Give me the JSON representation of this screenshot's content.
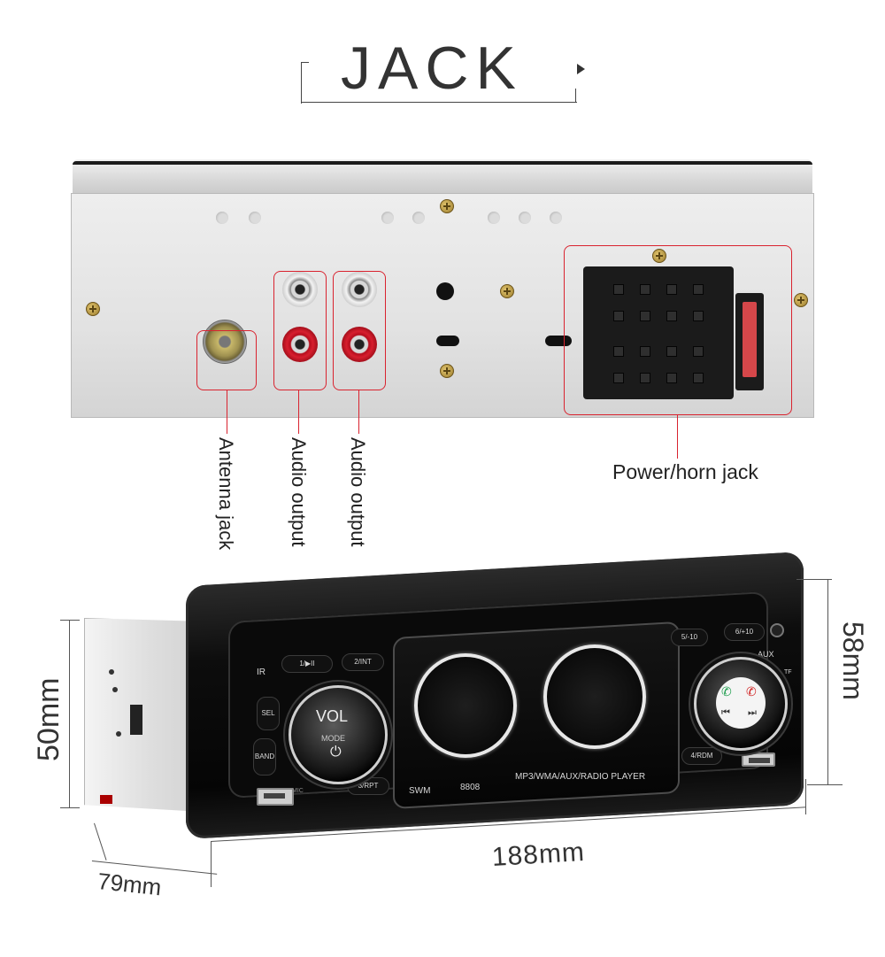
{
  "title": "JACK",
  "labels": {
    "antenna": "Antenna jack",
    "audio_1": "Audio output",
    "audio_2": "Audio output",
    "power": "Power/horn jack"
  },
  "front_panel": {
    "vol": "VOL",
    "mode": "MODE",
    "brand": "SWM",
    "model": "8808",
    "formats": "MP3/WMA/AUX/RADIO PLAYER",
    "aux": "AUX",
    "tf": "TF",
    "ir": "IR",
    "mic": "MIC",
    "buttons": {
      "b1": "1/▶II",
      "b2": "2/INT",
      "b3": "3/RPT",
      "b4": "4/RDM",
      "b5": "5/-10",
      "b6": "6/+10",
      "sel": "SEL",
      "band": "BAND"
    }
  },
  "dimensions": {
    "height_left": "50mm",
    "height_right": "58mm",
    "depth": "79mm",
    "width": "188mm"
  },
  "accent_color": "#d9232f"
}
